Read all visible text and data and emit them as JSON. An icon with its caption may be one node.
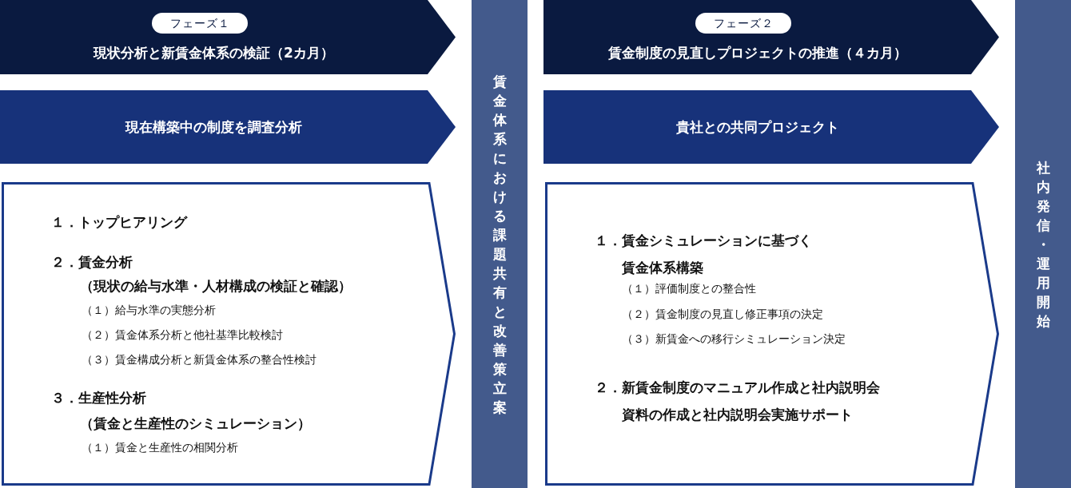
{
  "diagram": {
    "nodes": [
      {
        "text": [
          "フェーズ１",
          "現状分析と新賃金体系の検証（2カ月）"
        ]
      },
      {
        "text": [
          "現在構築中の制度を調査分析"
        ]
      },
      {
        "text": [
          "１．トップヒアリング",
          "２．賃金分析",
          "（現状の給与水準・人材構成の検証と確認）",
          "（１）給与水準の実態分析",
          "（２）賃金体系分析と他社基準比較検討",
          "（３）賃金構成分析と新賃金体系の整合性検討",
          "３．生産性分析",
          "（賃金と生産性のシミュレーション）",
          "（１）賃金と生産性の相関分析"
        ]
      },
      {
        "text": [
          "賃金体系における課題共有と改善策立案"
        ]
      },
      {
        "text": [
          "フェーズ２",
          "賃金制度の見直しプロジェクトの推進（４カ月）"
        ]
      },
      {
        "text": [
          "貴社との共同プロジェクト"
        ]
      },
      {
        "text": [
          "１．賃金シミュレーションに基づく賃金体系構築",
          "（１）評価制度との整合性",
          "（２）賃金制度の見直し修正事項の決定",
          "（３）新賃金への移行シミュレーション決定",
          "２．新賃金制度のマニュアル作成と社内説明会資料の作成と社内説明会実施サポート"
        ]
      },
      {
        "text": [
          "社内発信・運用開始"
        ]
      }
    ]
  }
}
